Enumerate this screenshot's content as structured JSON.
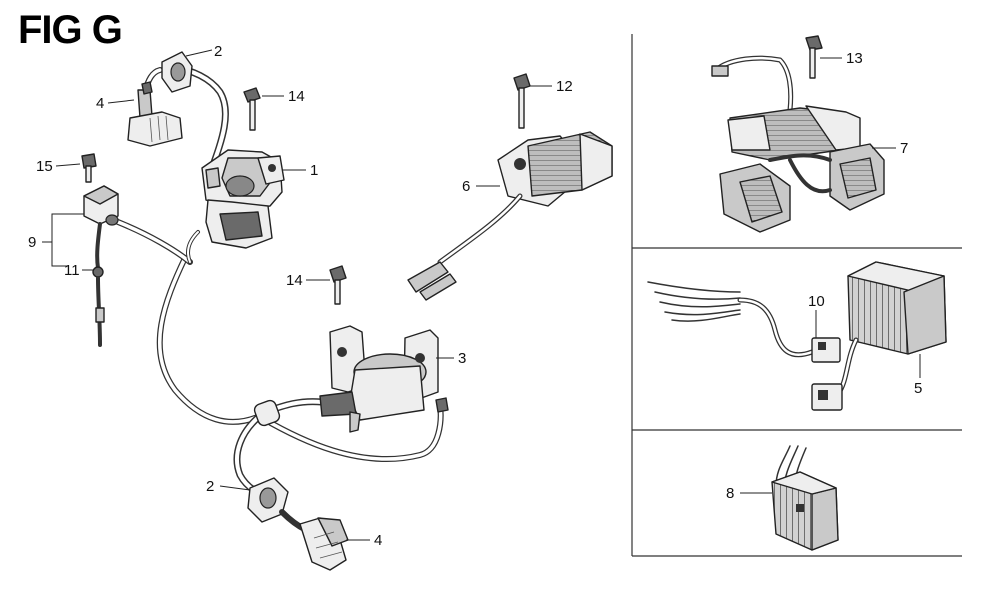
{
  "figure": {
    "title": "FIG G"
  },
  "callouts": [
    {
      "id": "c-2-top",
      "label": "2"
    },
    {
      "id": "c-4-top",
      "label": "4"
    },
    {
      "id": "c-14-top",
      "label": "14"
    },
    {
      "id": "c-1",
      "label": "1"
    },
    {
      "id": "c-15",
      "label": "15"
    },
    {
      "id": "c-9",
      "label": "9"
    },
    {
      "id": "c-11",
      "label": "11"
    },
    {
      "id": "c-14-mid",
      "label": "14"
    },
    {
      "id": "c-3",
      "label": "3"
    },
    {
      "id": "c-12",
      "label": "12"
    },
    {
      "id": "c-6",
      "label": "6"
    },
    {
      "id": "c-2-bottom",
      "label": "2"
    },
    {
      "id": "c-4-bottom",
      "label": "4"
    },
    {
      "id": "c-13",
      "label": "13"
    },
    {
      "id": "c-7",
      "label": "7"
    },
    {
      "id": "c-10",
      "label": "10"
    },
    {
      "id": "c-5",
      "label": "5"
    },
    {
      "id": "c-8",
      "label": "8"
    }
  ]
}
